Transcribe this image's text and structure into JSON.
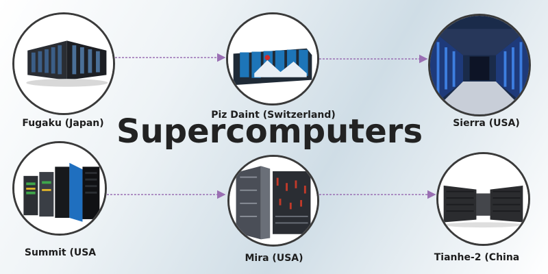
{
  "title": "Supercomputers",
  "colors": {
    "arrow": "#9a6fb3",
    "circle_border": "#3a3a3a",
    "title": "#222222"
  },
  "nodes": [
    {
      "id": "fugaku",
      "label": "Fugaku (Japan)",
      "image": "server-racks-row-icon"
    },
    {
      "id": "piz",
      "label": "Piz Daint (Switzerland)",
      "image": "blue-panel-racks-icon"
    },
    {
      "id": "sierra",
      "label": "Sierra (USA)",
      "image": "datacenter-aisle-icon"
    },
    {
      "id": "summit",
      "label": "Summit (USA",
      "image": "open-cabinets-icon"
    },
    {
      "id": "mira",
      "label": "Mira (USA)",
      "image": "tall-cabinets-icon"
    },
    {
      "id": "tianhe",
      "label": "Tianhe-2 (China",
      "image": "curved-racks-icon"
    }
  ],
  "edges": [
    {
      "from": "fugaku",
      "to": "piz"
    },
    {
      "from": "piz",
      "to": "sierra"
    },
    {
      "from": "summit",
      "to": "mira"
    },
    {
      "from": "mira",
      "to": "tianhe"
    }
  ]
}
